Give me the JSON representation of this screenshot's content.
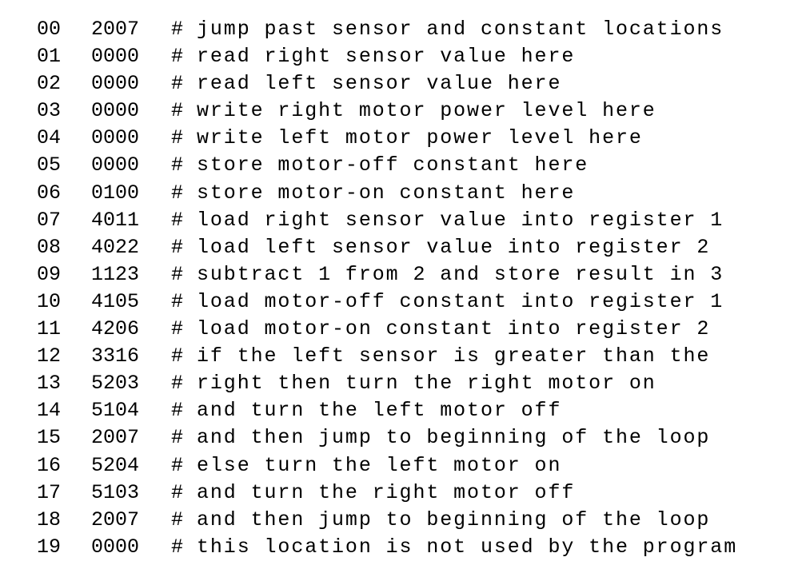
{
  "program": {
    "rows": [
      {
        "addr": "00",
        "word": "2007",
        "hash": "#",
        "comment": "jump past sensor and constant locations"
      },
      {
        "addr": "01",
        "word": "0000",
        "hash": "#",
        "comment": "read right sensor value here"
      },
      {
        "addr": "02",
        "word": "0000",
        "hash": "#",
        "comment": "read left sensor value here"
      },
      {
        "addr": "03",
        "word": "0000",
        "hash": "#",
        "comment": "write right motor power level here"
      },
      {
        "addr": "04",
        "word": "0000",
        "hash": "#",
        "comment": "write left motor power level here"
      },
      {
        "addr": "05",
        "word": "0000",
        "hash": "#",
        "comment": "store motor-off constant here"
      },
      {
        "addr": "06",
        "word": "0100",
        "hash": "#",
        "comment": "store motor-on constant here"
      },
      {
        "addr": "07",
        "word": "4011",
        "hash": "#",
        "comment": "load right sensor value into register 1"
      },
      {
        "addr": "08",
        "word": "4022",
        "hash": "#",
        "comment": "load left sensor value into register 2"
      },
      {
        "addr": "09",
        "word": "1123",
        "hash": "#",
        "comment": "subtract 1 from 2 and store result in 3"
      },
      {
        "addr": "10",
        "word": "4105",
        "hash": "#",
        "comment": "load motor-off constant into register 1"
      },
      {
        "addr": "11",
        "word": "4206",
        "hash": "#",
        "comment": "load motor-on constant into register 2"
      },
      {
        "addr": "12",
        "word": "3316",
        "hash": "#",
        "comment": "if the left sensor is greater than the"
      },
      {
        "addr": "13",
        "word": "5203",
        "hash": "#",
        "comment": "right then turn the right motor on"
      },
      {
        "addr": "14",
        "word": "5104",
        "hash": "#",
        "comment": "and turn the left motor off"
      },
      {
        "addr": "15",
        "word": "2007",
        "hash": "#",
        "comment": "and then jump to beginning of the loop"
      },
      {
        "addr": "16",
        "word": "5204",
        "hash": "#",
        "comment": "else turn the left motor on"
      },
      {
        "addr": "17",
        "word": "5103",
        "hash": "#",
        "comment": "and turn the right motor off"
      },
      {
        "addr": "18",
        "word": "2007",
        "hash": "#",
        "comment": "and then jump to beginning of the loop"
      },
      {
        "addr": "19",
        "word": "0000",
        "hash": "#",
        "comment": "this location is not used by the program"
      }
    ]
  }
}
